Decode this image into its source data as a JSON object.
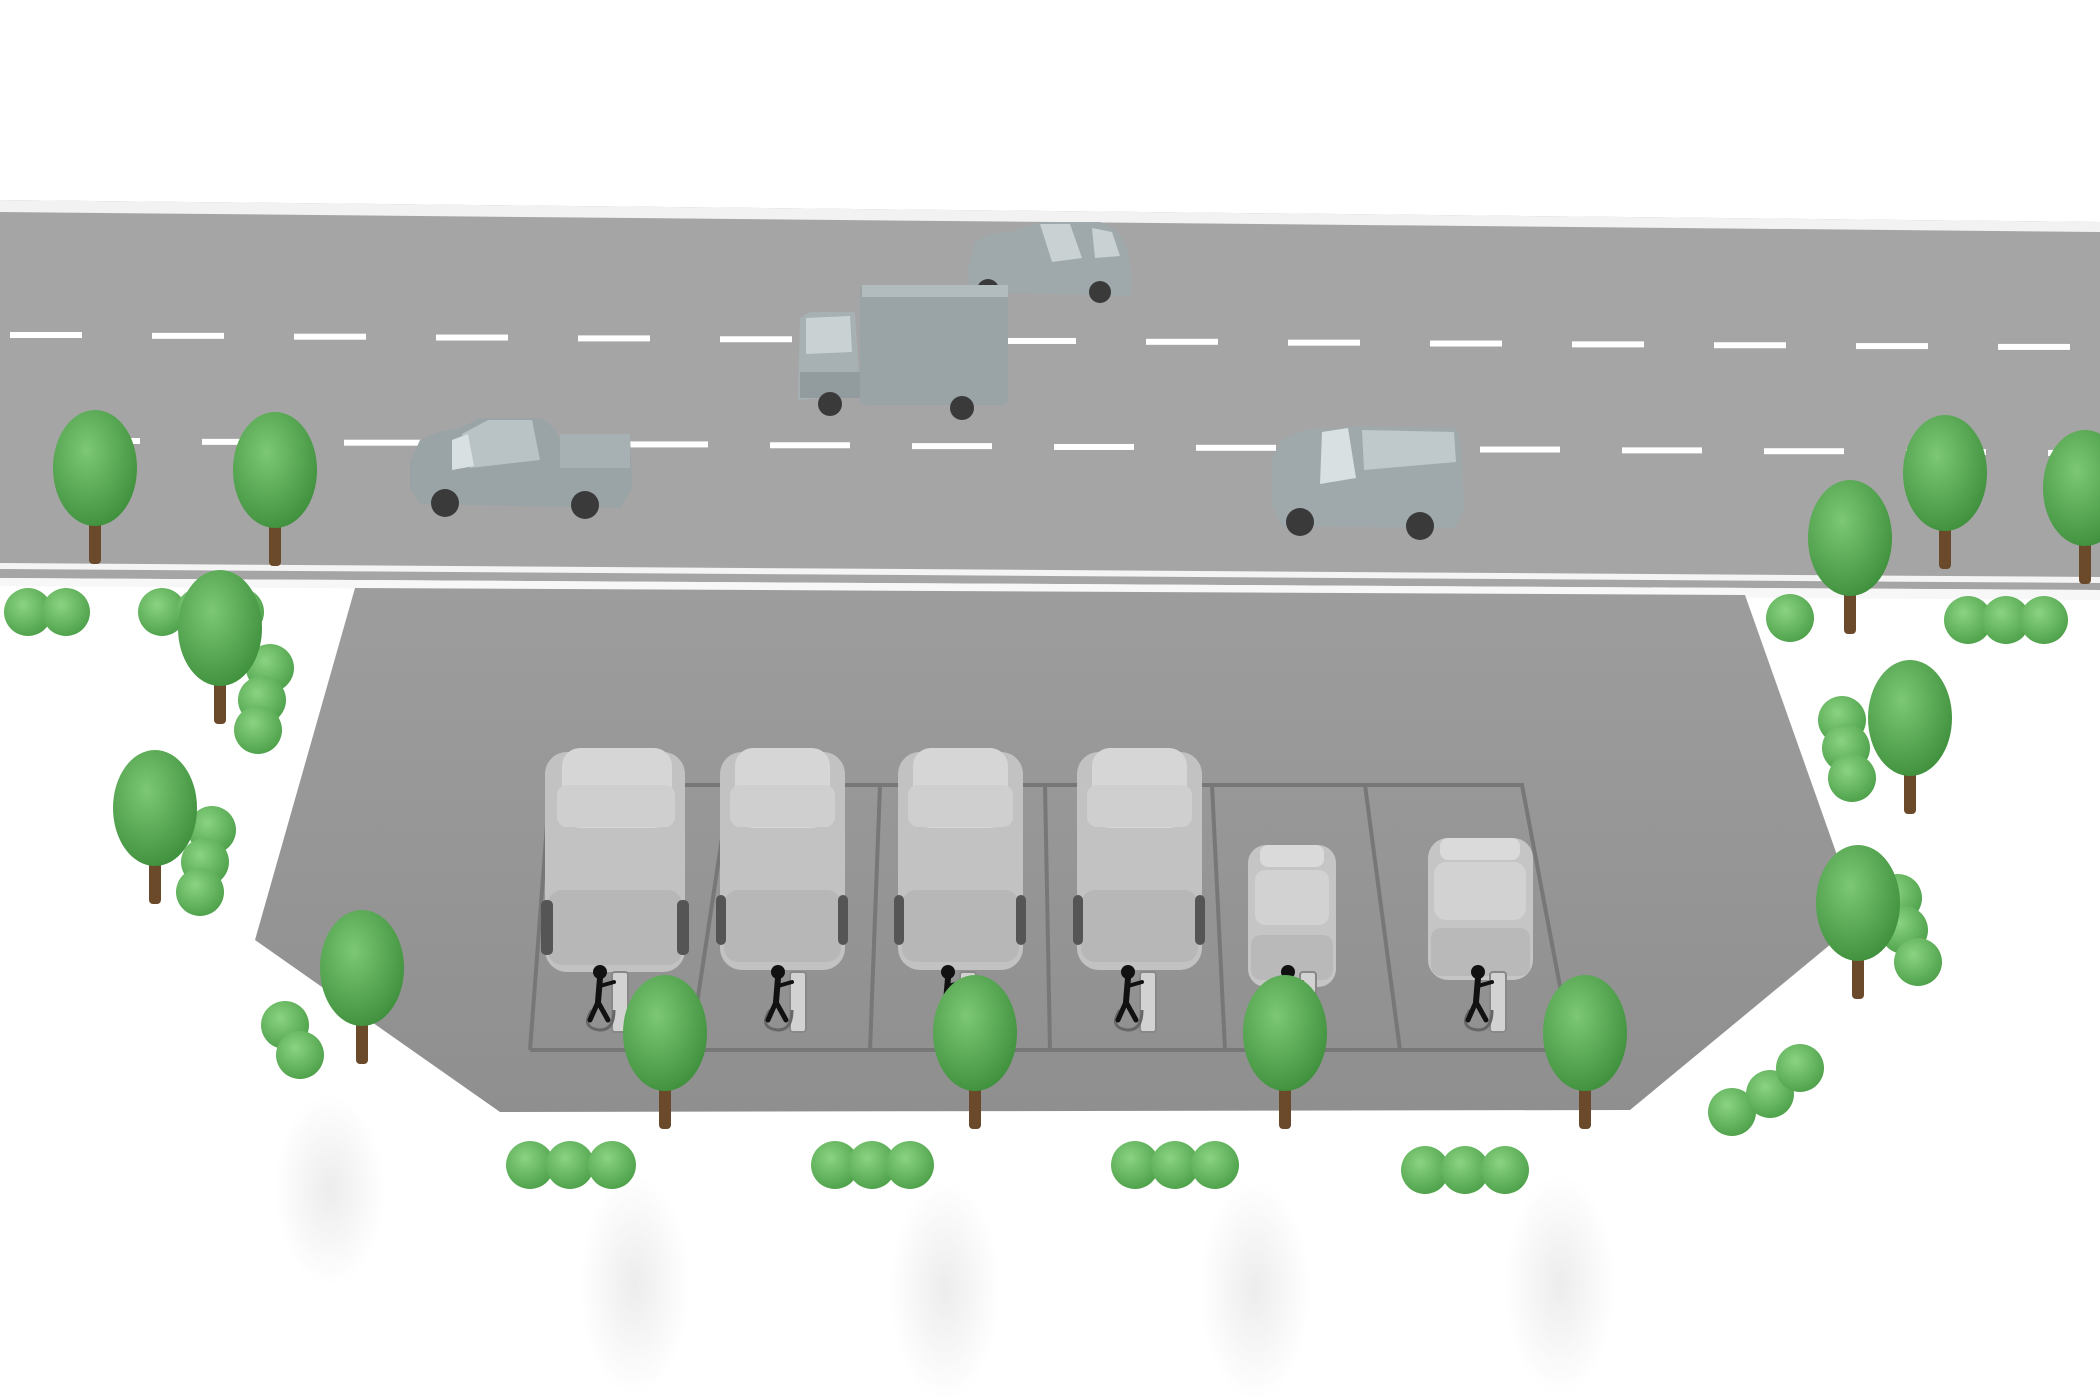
{
  "scene": {
    "description_visible_text": "",
    "colors": {
      "background": "#ffffff",
      "road": "#a3a3a3",
      "road_edge": "#f4f4f4",
      "lane_marking": "#ffffff",
      "parking_lot": "#9a9a9a",
      "parking_line": "#7a7a7a",
      "vehicle_body": "#9ea8ab",
      "parked_vehicle": "#c9c9c9",
      "tree_foliage": "#5aaa56",
      "tree_highlight": "#76c16f",
      "tree_trunk": "#6b4a2b",
      "bush": "#6fbd69",
      "person": "#111111"
    },
    "road_vehicles": [
      {
        "type": "sedan",
        "label": ""
      },
      {
        "type": "box-truck",
        "label": ""
      },
      {
        "type": "pickup",
        "label": ""
      },
      {
        "type": "station-wagon",
        "label": ""
      }
    ],
    "parking_spaces": [
      {
        "vehicle": "van",
        "charging": true
      },
      {
        "vehicle": "van",
        "charging": true
      },
      {
        "vehicle": "van",
        "charging": true
      },
      {
        "vehicle": "van",
        "charging": true
      },
      {
        "vehicle": "small-car",
        "charging": true
      },
      {
        "vehicle": "hatchback",
        "charging": true
      }
    ]
  }
}
